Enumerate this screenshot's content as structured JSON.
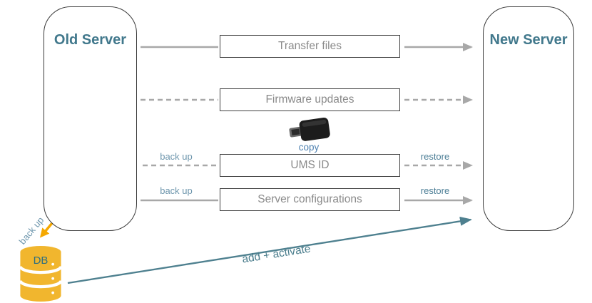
{
  "diagram": {
    "old_server": {
      "title": "Old Server"
    },
    "new_server": {
      "title": "New Server"
    },
    "steps": [
      {
        "id": "transfer-files",
        "label": "Transfer files",
        "left_connector": "solid",
        "right_connector": "solid-arrow"
      },
      {
        "id": "firmware-updates",
        "label": "Firmware updates",
        "left_connector": "dashed",
        "right_connector": "dashed-arrow"
      },
      {
        "id": "ums-id",
        "label": "UMS ID",
        "left_label": "back up",
        "right_label": "restore",
        "left_connector": "dashed",
        "right_connector": "dashed-arrow"
      },
      {
        "id": "server-configurations",
        "label": "Server configurations",
        "left_label": "back up",
        "right_label": "restore",
        "left_connector": "solid",
        "right_connector": "solid-arrow"
      }
    ],
    "usb": {
      "label": "copy"
    },
    "db": {
      "label": "DB",
      "back_up_label": "back up"
    },
    "add_activate": {
      "label": "add + activate"
    },
    "colors": {
      "title_teal": "#41788C",
      "box_border": "#3F3F3F",
      "box_text": "#8A8A8A",
      "connector_gray": "#A8A8A8",
      "back_up_blue": "#6E96AD",
      "restore_blue": "#4C7E96",
      "copy_blue": "#4E81B0",
      "add_activate_teal": "#4A7D8C",
      "sync_orange": "#F5A800",
      "icon_yellow": "#F3BA00",
      "db_gold": "#F1B62E",
      "gear_gray": "#4A4A4A",
      "teal_line": "#4E808F"
    }
  }
}
